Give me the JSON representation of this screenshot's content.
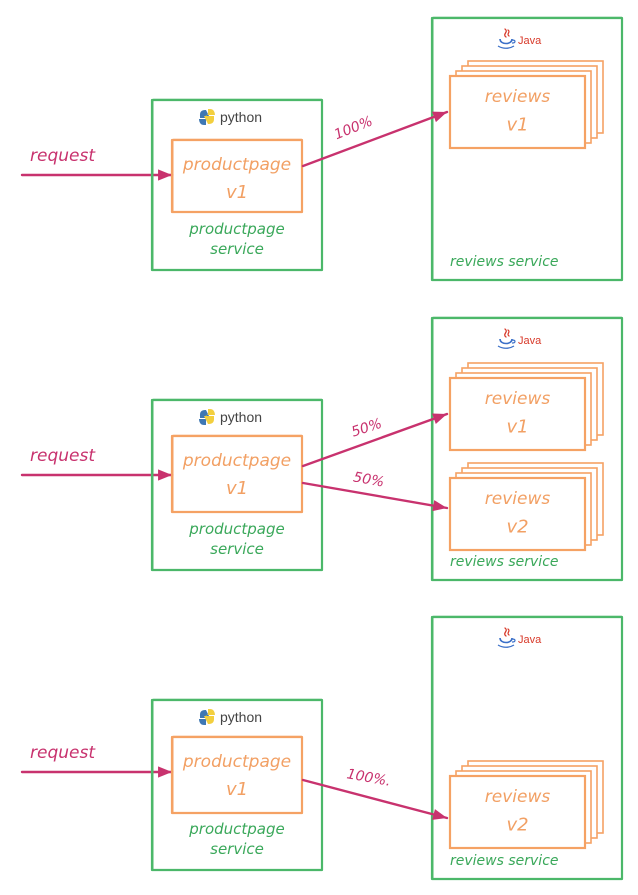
{
  "colors": {
    "service_box": "#4cb86a",
    "pod_box": "#f5a264",
    "pod_text": "#f2a064",
    "service_text": "#3aa85a",
    "arrow": "#c8326e",
    "request_text": "#c8326e",
    "python_text": "#444444",
    "python_blue": "#3f78b4",
    "python_yellow": "#f3cf3e",
    "java_red": "#d83a2a",
    "java_blue": "#3a6fc8"
  },
  "icons": {
    "python": "python-logo-icon",
    "java": "java-logo-icon"
  },
  "scenarios": [
    {
      "request_label": "request",
      "productpage": {
        "lang": "python",
        "pod_line1": "productpage",
        "pod_line2": "v1",
        "service_line1": "productpage",
        "service_line2": "service"
      },
      "reviews": {
        "lang": "Java",
        "service_label": "reviews service"
      },
      "routes": [
        {
          "percent": "100%",
          "pod_line1": "reviews",
          "pod_line2": "v1"
        }
      ]
    },
    {
      "request_label": "request",
      "productpage": {
        "lang": "python",
        "pod_line1": "productpage",
        "pod_line2": "v1",
        "service_line1": "productpage",
        "service_line2": "service"
      },
      "reviews": {
        "lang": "Java",
        "service_label": "reviews service"
      },
      "routes": [
        {
          "percent": "50%",
          "pod_line1": "reviews",
          "pod_line2": "v1"
        },
        {
          "percent": "50%",
          "pod_line1": "reviews",
          "pod_line2": "v2"
        }
      ]
    },
    {
      "request_label": "request",
      "productpage": {
        "lang": "python",
        "pod_line1": "productpage",
        "pod_line2": "v1",
        "service_line1": "productpage",
        "service_line2": "service"
      },
      "reviews": {
        "lang": "Java",
        "service_label": "reviews service"
      },
      "routes": [
        {
          "percent": "100%.",
          "pod_line1": "reviews",
          "pod_line2": "v2"
        }
      ]
    }
  ]
}
